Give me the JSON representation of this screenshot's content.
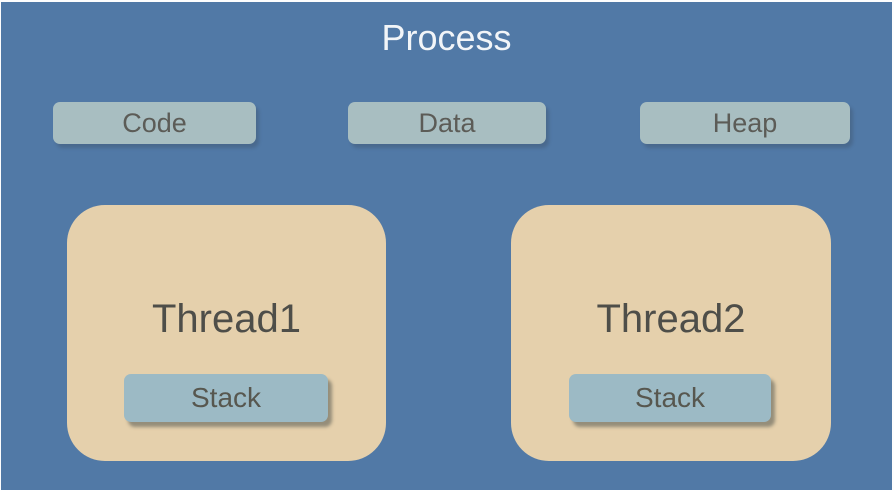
{
  "diagram": {
    "title": "Process",
    "memory_segments": [
      {
        "label": "Code"
      },
      {
        "label": "Data"
      },
      {
        "label": "Heap"
      }
    ],
    "threads": [
      {
        "label": "Thread1",
        "stack_label": "Stack"
      },
      {
        "label": "Thread2",
        "stack_label": "Stack"
      }
    ],
    "colors": {
      "background": "#5179A6",
      "segment_box": "#A8BEC1",
      "thread_card": "#E5D0AC",
      "stack_box": "#9CBAC5",
      "title_text": "#F2F5F8",
      "label_text": "#55554F"
    }
  }
}
